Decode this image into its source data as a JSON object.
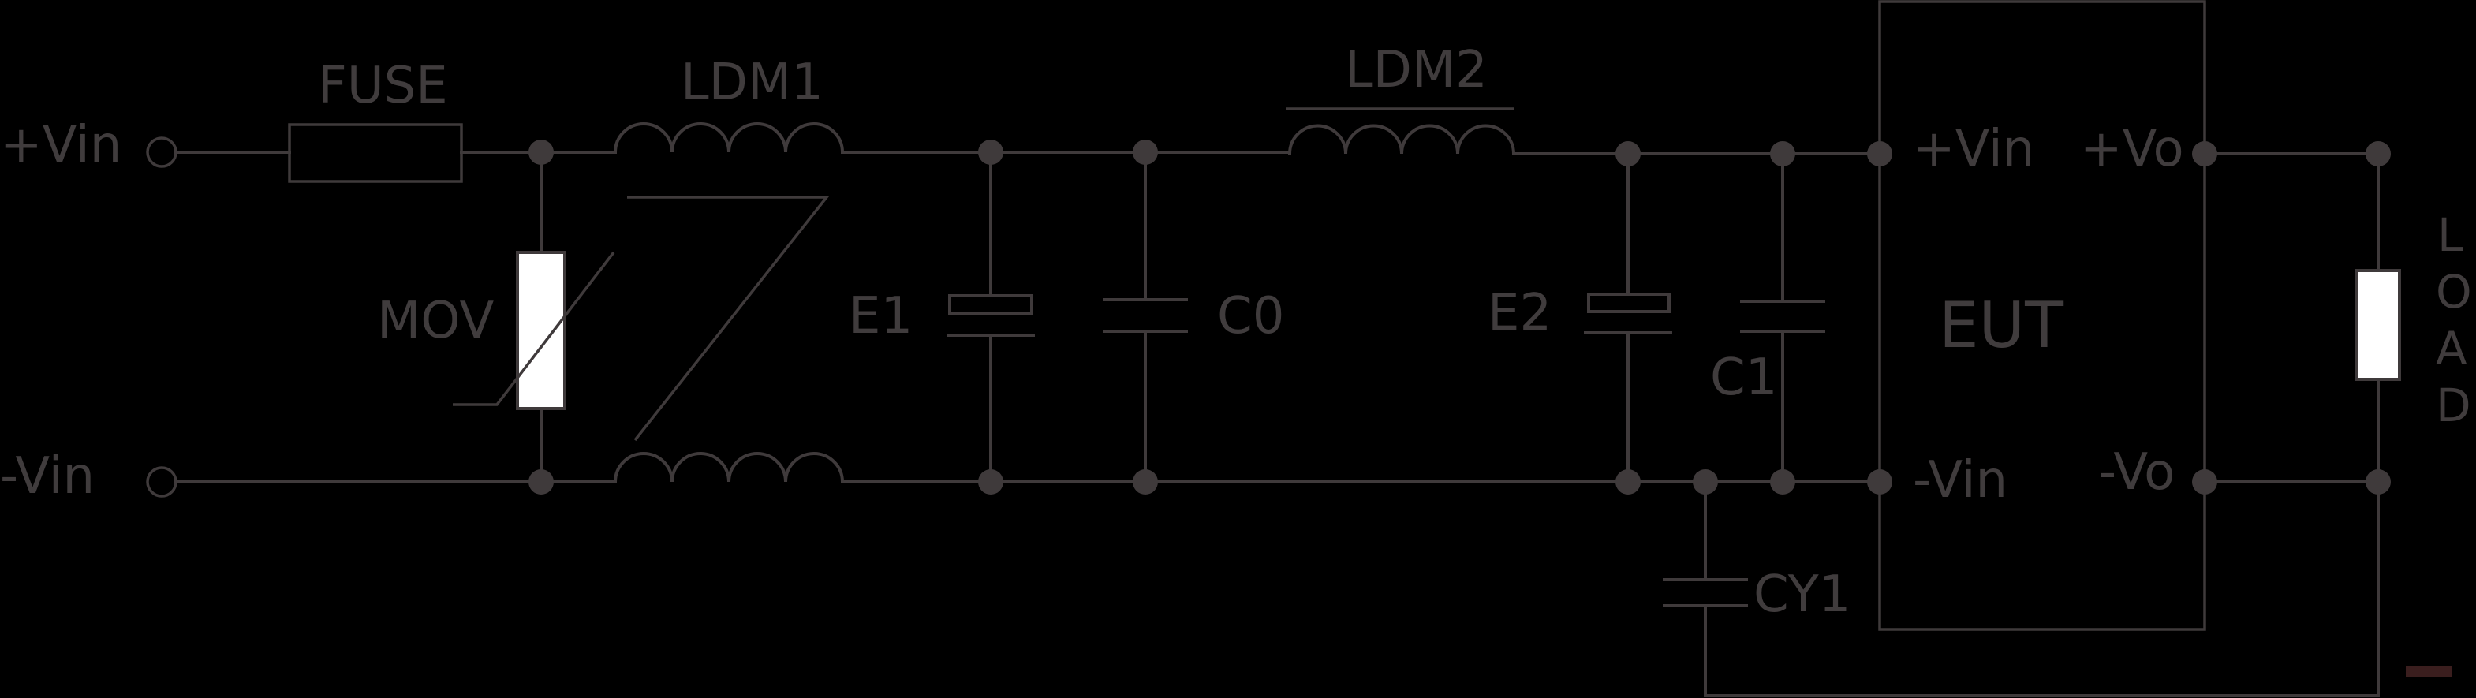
{
  "diagram": {
    "colors": {
      "background": "#000000",
      "wire": "#3f3a3b",
      "text": "#403c3d",
      "component_fill": "#ffffff"
    },
    "terminals": {
      "pos_in": "+Vin",
      "neg_in": "-Vin"
    },
    "components": {
      "fuse": "FUSE",
      "mov": "MOV",
      "ldm1": "LDM1",
      "ldm2": "LDM2",
      "e1": "E1",
      "c0": "C0",
      "e2": "E2",
      "c1": "C1",
      "cy1": "CY1",
      "eut": "EUT"
    },
    "eut_pins": {
      "pos_in": "+Vin",
      "neg_in": "-Vin",
      "pos_out": "+Vo",
      "neg_out": "-Vo"
    },
    "load": {
      "letters": [
        "L",
        "O",
        "A",
        "D"
      ]
    }
  }
}
